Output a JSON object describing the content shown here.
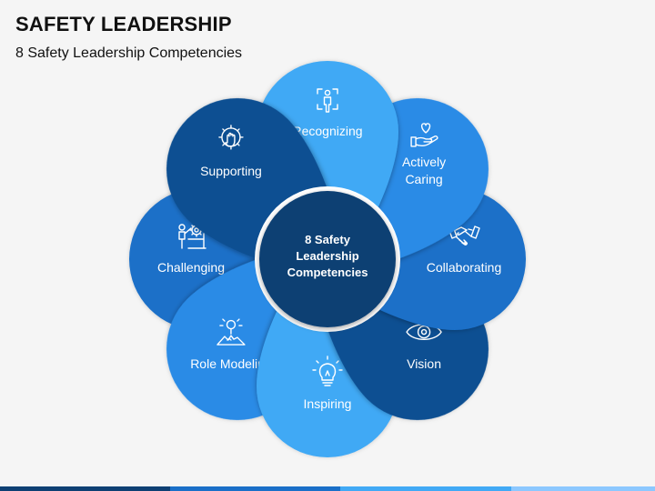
{
  "title": "SAFETY LEADERSHIP",
  "subtitle": "8 Safety Leadership Competencies",
  "center": {
    "lines": [
      "8 Safety",
      "Leadership",
      "Competencies"
    ],
    "color": "#0d3f73"
  },
  "petals": [
    {
      "id": "recognizing",
      "lines": [
        "Recognizing"
      ],
      "icon": "person-scan-icon",
      "color": "#41a9f5"
    },
    {
      "id": "actively-caring",
      "lines": [
        "Actively",
        "Caring"
      ],
      "icon": "heart-hand-icon",
      "color": "#2b8be6"
    },
    {
      "id": "collaborating",
      "lines": [
        "Collaborating"
      ],
      "icon": "handshake-icon",
      "color": "#1a6fc8"
    },
    {
      "id": "vision",
      "lines": [
        "Vision"
      ],
      "icon": "eye-icon",
      "color": "#0d4f92"
    },
    {
      "id": "inspiring",
      "lines": [
        "Inspiring"
      ],
      "icon": "lightbulb-icon",
      "color": "#41a9f5"
    },
    {
      "id": "role-modeling",
      "lines": [
        "Role Modeling"
      ],
      "icon": "mountain-idea-icon",
      "color": "#2b8be6"
    },
    {
      "id": "challenging",
      "lines": [
        "Challenging"
      ],
      "icon": "gear-presentation-icon",
      "color": "#1a6fc8"
    },
    {
      "id": "supporting",
      "lines": [
        "Supporting"
      ],
      "icon": "gear-hand-icon",
      "color": "#0d4f92"
    }
  ],
  "footer_colors": [
    "#0d3f73",
    "#1a6fc8",
    "#41a9f5",
    "#8cc8ff"
  ]
}
